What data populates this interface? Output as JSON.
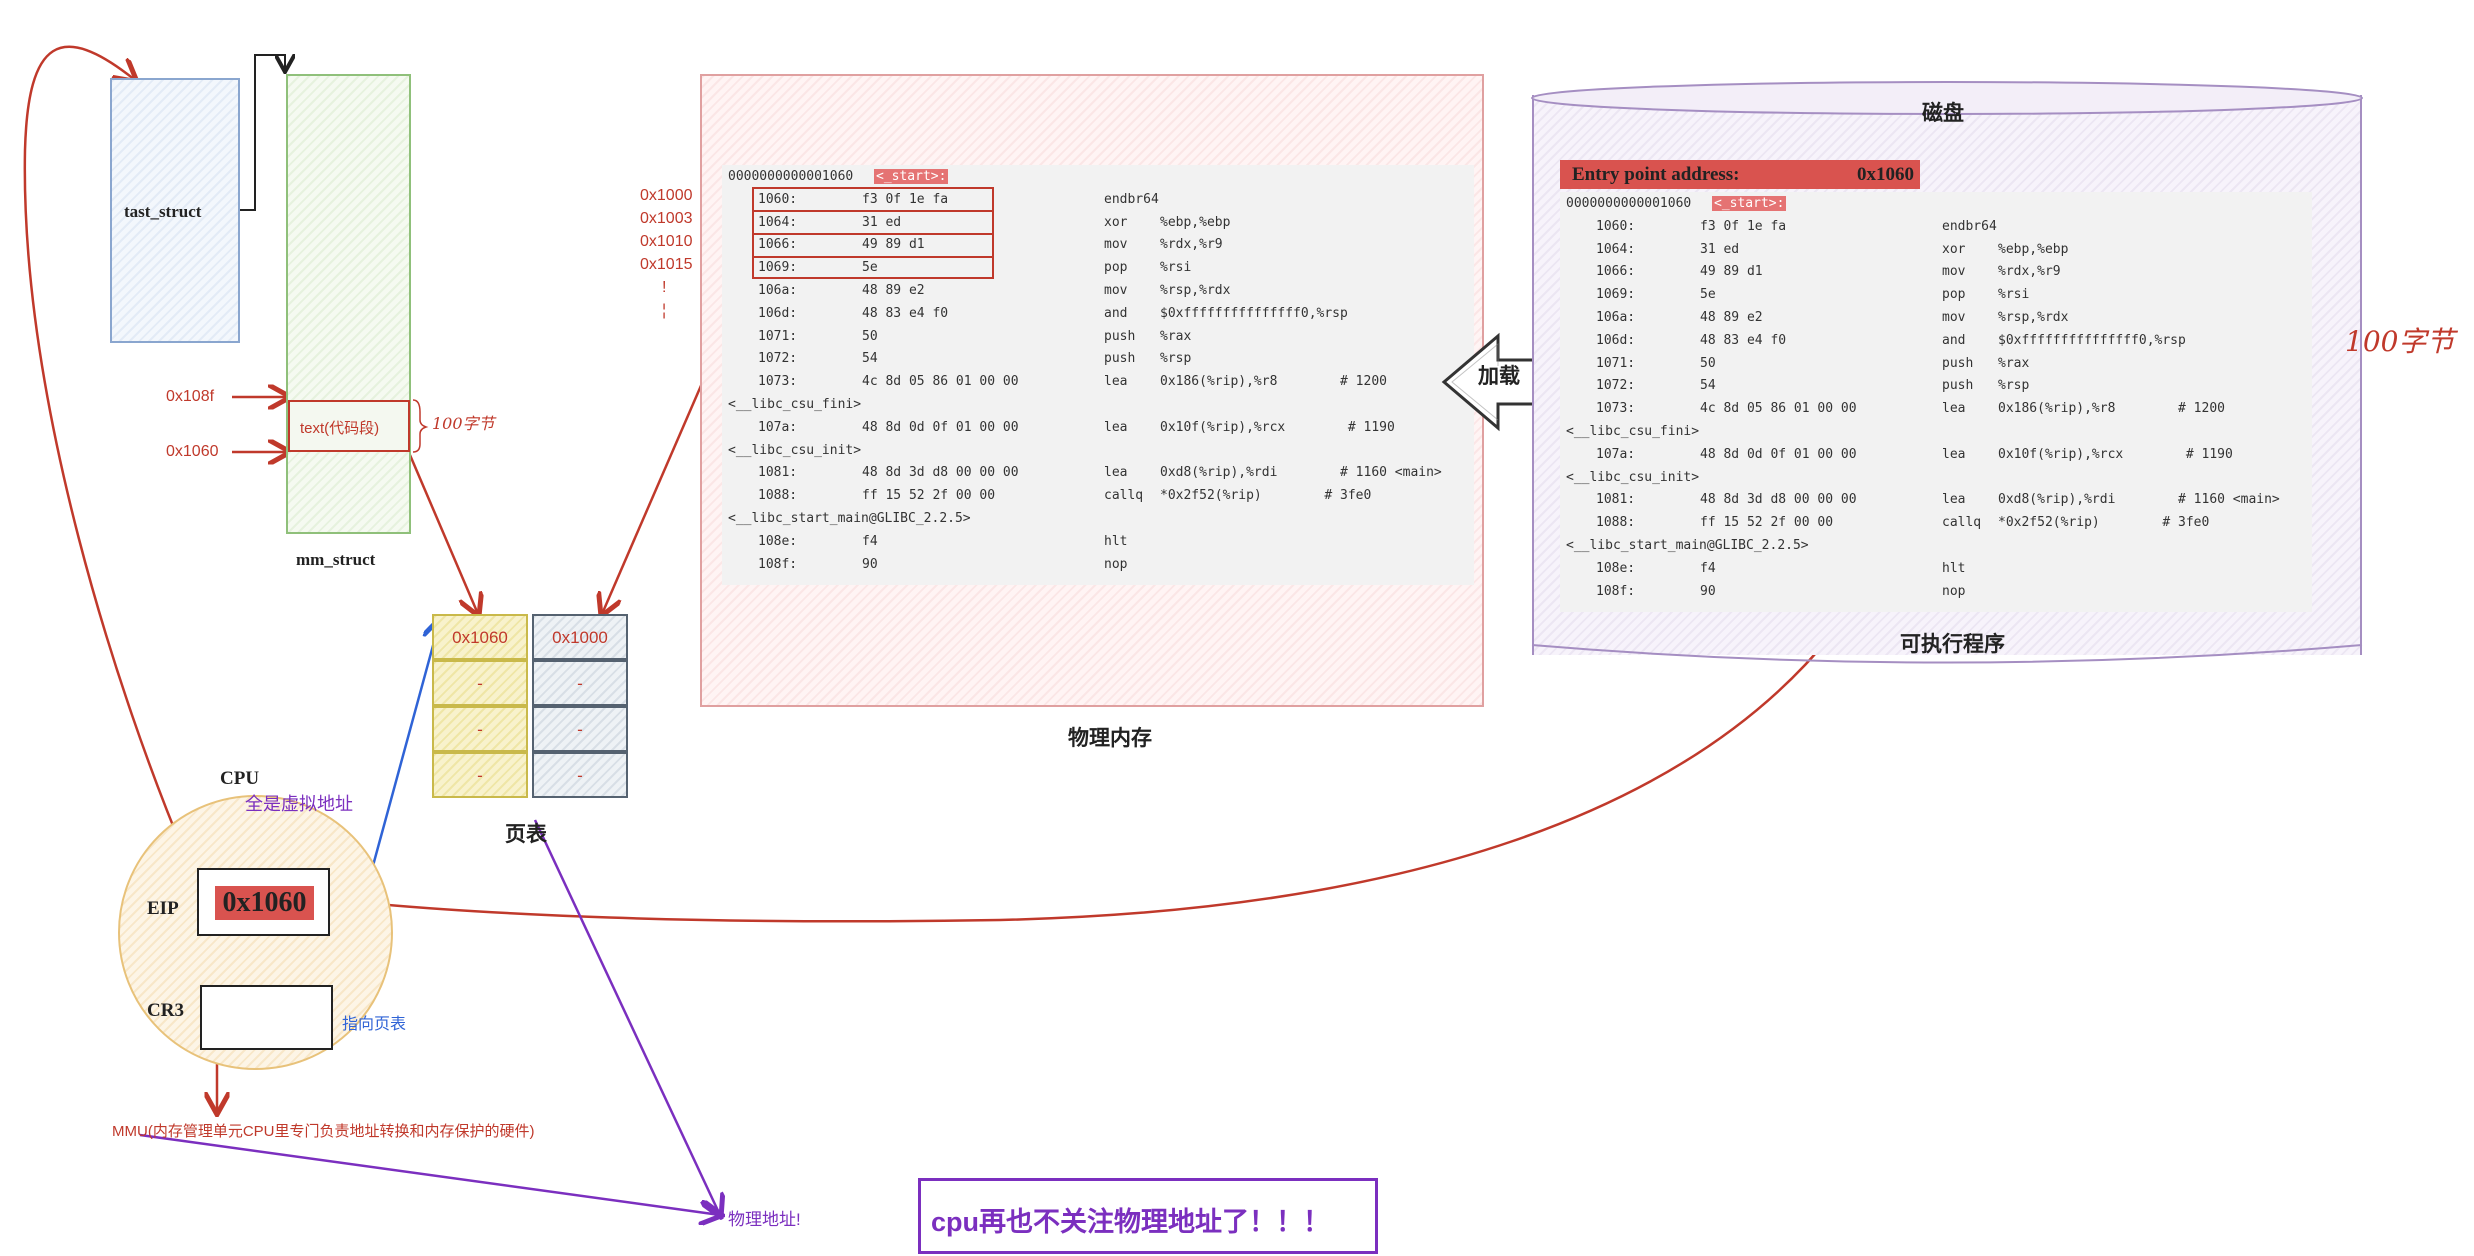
{
  "left": {
    "task_struct": "tast_struct",
    "mm_struct": "mm_struct",
    "text_seg": "text(代码段)",
    "size_note": "100字节",
    "addr_high": "0x108f",
    "addr_low": "0x1060"
  },
  "virt_addrs": [
    "0x1000",
    "0x1003",
    "0x1010",
    "0x1015",
    "!",
    "¦"
  ],
  "page_table": {
    "title": "页表",
    "left_col": [
      "0x1060",
      "-",
      "-",
      "-"
    ],
    "right_col": [
      "0x1000",
      "-",
      "-",
      "-"
    ]
  },
  "cpu": {
    "title": "CPU",
    "note": "全是虚拟地址",
    "eip_label": "EIP",
    "eip_value": "0x1060",
    "cr3_label": "CR3",
    "cr3_note": "指向页表",
    "mmu": "MMU(内存管理单元CPU里专门负责地址转换和内存保护的硬件)",
    "phys_addr": "物理地址!"
  },
  "physical_memory": {
    "title": "物理内存",
    "header_addr": "0000000000001060",
    "header_sym": "<_start>:",
    "lines": [
      {
        "addr": "1060:",
        "bytes": "f3 0f 1e fa",
        "op": "endbr64",
        "args": ""
      },
      {
        "addr": "1064:",
        "bytes": "31 ed",
        "op": "xor",
        "args": "%ebp,%ebp"
      },
      {
        "addr": "1066:",
        "bytes": "49 89 d1",
        "op": "mov",
        "args": "%rdx,%r9"
      },
      {
        "addr": "1069:",
        "bytes": "5e",
        "op": "pop",
        "args": "%rsi"
      },
      {
        "addr": "106a:",
        "bytes": "48 89 e2",
        "op": "mov",
        "args": "%rsp,%rdx"
      },
      {
        "addr": "106d:",
        "bytes": "48 83 e4 f0",
        "op": "and",
        "args": "$0xfffffffffffffff0,%rsp"
      },
      {
        "addr": "1071:",
        "bytes": "50",
        "op": "push",
        "args": "%rax"
      },
      {
        "addr": "1072:",
        "bytes": "54",
        "op": "push",
        "args": "%rsp"
      },
      {
        "addr": "1073:",
        "bytes": "4c 8d 05 86 01 00 00",
        "op": "lea",
        "args": "0x186(%rip),%r8        # 1200"
      },
      {
        "label": "<__libc_csu_fini>"
      },
      {
        "addr": "107a:",
        "bytes": "48 8d 0d 0f 01 00 00",
        "op": "lea",
        "args": "0x10f(%rip),%rcx        # 1190"
      },
      {
        "label": "<__libc_csu_init>"
      },
      {
        "addr": "1081:",
        "bytes": "48 8d 3d d8 00 00 00",
        "op": "lea",
        "args": "0xd8(%rip),%rdi        # 1160 <main>"
      },
      {
        "addr": "1088:",
        "bytes": "ff 15 52 2f 00 00",
        "op": "callq",
        "args": "*0x2f52(%rip)        # 3fe0"
      },
      {
        "label": "<__libc_start_main@GLIBC_2.2.5>"
      },
      {
        "addr": "108e:",
        "bytes": "f4",
        "op": "hlt",
        "args": ""
      },
      {
        "addr": "108f:",
        "bytes": "90",
        "op": "nop",
        "args": ""
      }
    ]
  },
  "load_label": "加载",
  "disk": {
    "title": "磁盘",
    "caption": "可执行程序",
    "entry_label": "Entry point address:",
    "entry_value": "0x1060",
    "size_note": "100字节"
  },
  "footer_note": "cpu再也不关注物理地址了！！！",
  "colors": {
    "red": "#c0392b",
    "purple": "#7b2fbf",
    "blue": "#2f63d6",
    "entry_bg": "#d9534f"
  }
}
